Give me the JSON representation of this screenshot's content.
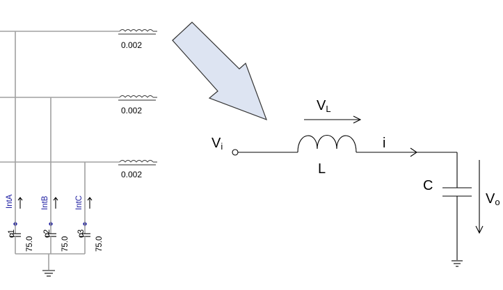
{
  "left_circuit": {
    "inductor_values": [
      "0.002",
      "0.002",
      "0.002"
    ],
    "current_labels": [
      "IntA",
      "IntB",
      "IntC"
    ],
    "cap_names": [
      "c1",
      "c2",
      "c3"
    ],
    "cap_values": [
      "75.0",
      "75.0",
      "75.0"
    ]
  },
  "right_circuit": {
    "vi_main": "V",
    "vi_sub": "i",
    "vl_main": "V",
    "vl_sub": "L",
    "inductor_label": "L",
    "current_label": "i",
    "capacitor_label": "C",
    "vo_main": "V",
    "vo_sub": "o"
  },
  "colors": {
    "wire_gray": "#a0a0a0",
    "probe_blue": "#1a1aa0",
    "arrow_fill": "#dde4f2"
  }
}
